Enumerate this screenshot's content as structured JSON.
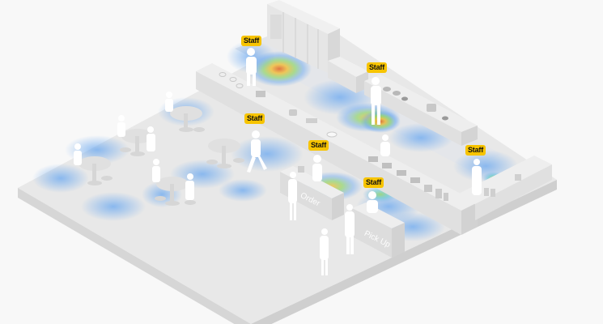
{
  "scene": {
    "background": "#f8f8f8",
    "floor_top": "#e8e8e8",
    "floor_side_left": "#d6d6d6",
    "floor_side_right": "#cfcfcf",
    "heat_colors": [
      "#6aa8f0",
      "#58c8d0",
      "#8fd46a",
      "#f0c040",
      "#e06a30"
    ]
  },
  "badges": [
    {
      "label": "Staff",
      "id": "staff-fridge"
    },
    {
      "label": "Staff",
      "id": "staff-stove"
    },
    {
      "label": "Staff",
      "id": "staff-waiter"
    },
    {
      "label": "Staff",
      "id": "staff-cashier"
    },
    {
      "label": "Staff",
      "id": "staff-pickup"
    },
    {
      "label": "Staff",
      "id": "staff-corner"
    }
  ],
  "counters": {
    "order": "Order",
    "pickup": "Pick Up"
  }
}
